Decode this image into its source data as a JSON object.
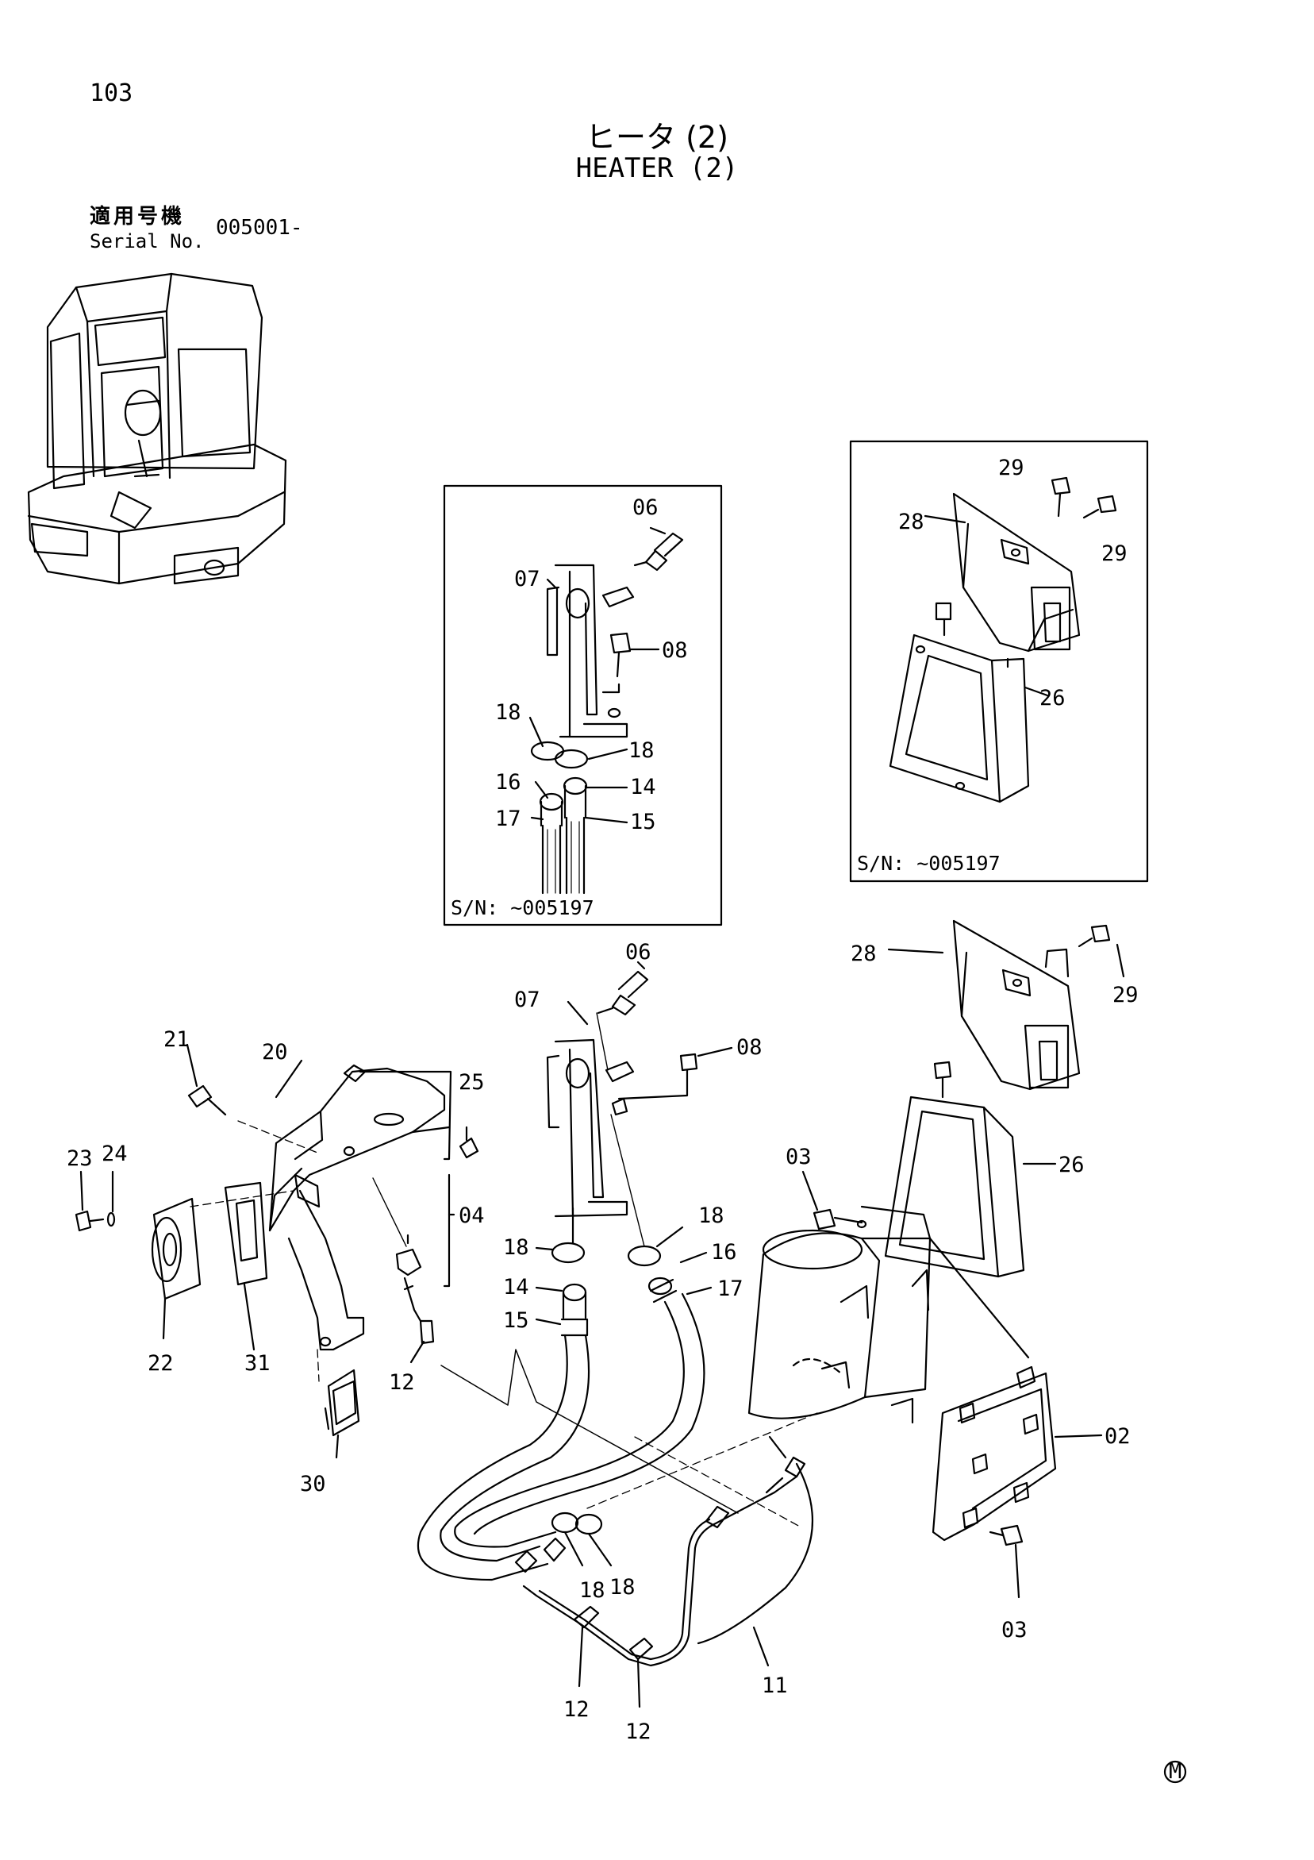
{
  "page_number": "103",
  "title_jp": "ヒータ (2)",
  "title_en": "HEATER (2)",
  "serial": {
    "label_jp": "適用号機",
    "label_en": "Serial No.",
    "value": "005001-"
  },
  "insets": [
    {
      "id": "inset-hose-valve",
      "serial_note": "S/N: ~005197",
      "callouts": [
        "06",
        "07",
        "08",
        "18",
        "18",
        "16",
        "14",
        "17",
        "15"
      ]
    },
    {
      "id": "inset-duct",
      "serial_note": "S/N: ~005197",
      "callouts": [
        "29",
        "28",
        "29",
        "26"
      ]
    }
  ],
  "callouts": {
    "c02": "02",
    "c03a": "03",
    "c03b": "03",
    "c04": "04",
    "c06": "06",
    "c07": "07",
    "c08": "08",
    "c11": "11",
    "c12a": "12",
    "c12b": "12",
    "c12c": "12",
    "c14": "14",
    "c15": "15",
    "c16": "16",
    "c17": "17",
    "c18a": "18",
    "c18b": "18",
    "c18c": "18",
    "c18d": "18",
    "c20": "20",
    "c21": "21",
    "c22": "22",
    "c23": "23",
    "c24": "24",
    "c25": "25",
    "c26": "26",
    "c28": "28",
    "c29": "29",
    "c30": "30",
    "c31": "31",
    "i1_06": "06",
    "i1_07": "07",
    "i1_08": "08",
    "i1_18a": "18",
    "i1_18b": "18",
    "i1_16": "16",
    "i1_14": "14",
    "i1_17": "17",
    "i1_15": "15",
    "i2_29a": "29",
    "i2_28": "28",
    "i2_29b": "29",
    "i2_26": "26"
  },
  "mark": "M"
}
